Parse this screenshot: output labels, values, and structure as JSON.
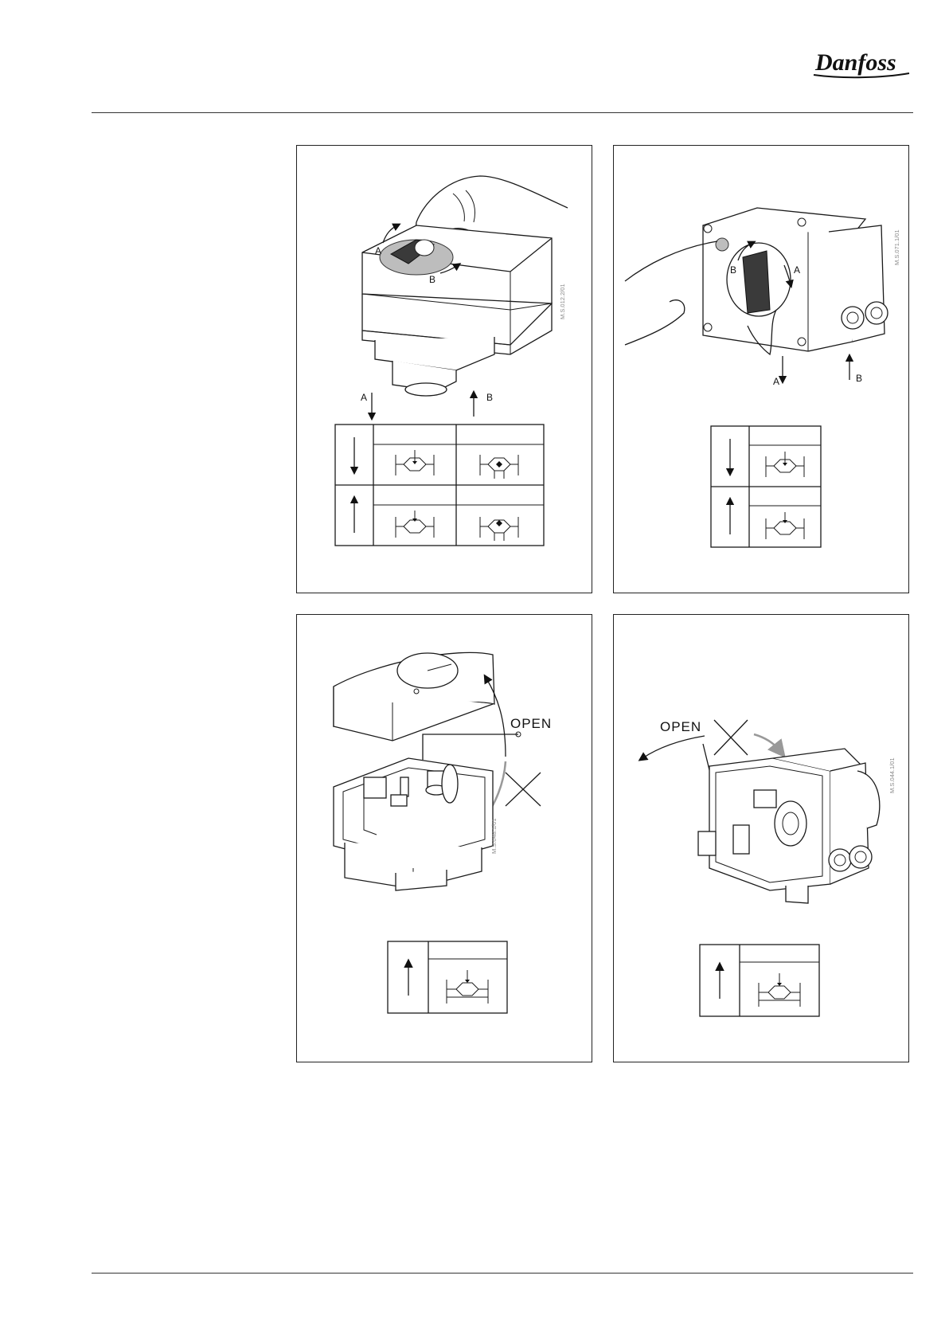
{
  "header": {
    "brand": "Danfoss"
  },
  "figures": {
    "fig1": {
      "ref": "M.S.012.2/01",
      "label_a": "A",
      "label_b": "B"
    },
    "fig2": {
      "ref": "M.S.071.1/01",
      "label_a": "A",
      "label_b": "B"
    },
    "fig3": {
      "ref": "M.S.048.1/01",
      "open": "OPEN"
    },
    "fig4": {
      "ref": "M.S.044.1/01",
      "open": "OPEN"
    }
  }
}
